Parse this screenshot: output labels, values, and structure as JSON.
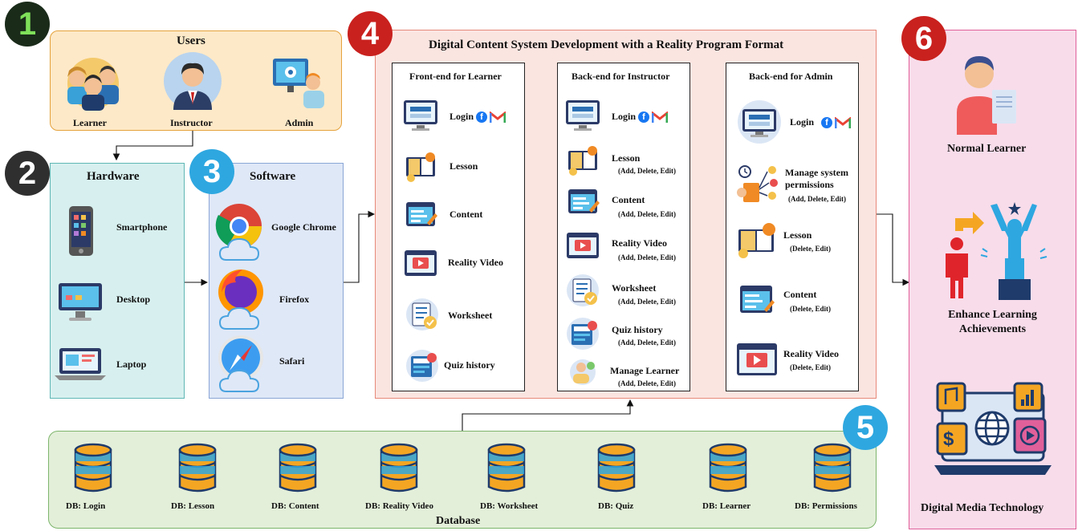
{
  "steps": {
    "s1": "1",
    "s2": "2",
    "s3": "3",
    "s4": "4",
    "s5": "5",
    "s6": "6"
  },
  "users": {
    "title": "Users",
    "items": [
      {
        "label": "Learner",
        "icon": "group-users-icon"
      },
      {
        "label": "Instructor",
        "icon": "instructor-avatar-icon"
      },
      {
        "label": "Admin",
        "icon": "admin-computer-icon"
      }
    ]
  },
  "hardware": {
    "title": "Hardware",
    "items": [
      {
        "label": "Smartphone",
        "icon": "smartphone-icon"
      },
      {
        "label": "Desktop",
        "icon": "desktop-icon"
      },
      {
        "label": "Laptop",
        "icon": "laptop-icon"
      }
    ]
  },
  "software": {
    "title": "Software",
    "items": [
      {
        "label": "Google Chrome",
        "icon": "chrome-icon"
      },
      {
        "label": "Firefox",
        "icon": "firefox-icon"
      },
      {
        "label": "Safari",
        "icon": "safari-icon"
      }
    ]
  },
  "system": {
    "title": "Digital Content System Development with a Reality Program Format",
    "learner": {
      "title": "Front-end for Learner",
      "items": [
        "Login",
        "Lesson",
        "Content",
        "Reality Video",
        "Worksheet",
        "Quiz history"
      ]
    },
    "instructor": {
      "title": "Back-end for Instructor",
      "items": [
        {
          "label": "Login",
          "sub": ""
        },
        {
          "label": "Lesson",
          "sub": "(Add, Delete, Edit)"
        },
        {
          "label": "Content",
          "sub": "(Add, Delete, Edit)"
        },
        {
          "label": "Reality Video",
          "sub": "(Add, Delete, Edit)"
        },
        {
          "label": "Worksheet",
          "sub": "(Add, Delete, Edit)"
        },
        {
          "label": "Quiz history",
          "sub": "(Add, Delete, Edit)"
        },
        {
          "label": "Manage Learner",
          "sub": "(Add, Delete, Edit)"
        }
      ]
    },
    "admin": {
      "title": "Back-end for Admin",
      "items": [
        {
          "label": "Login",
          "sub": ""
        },
        {
          "label": "Manage system permissions",
          "sub": "(Add, Delete, Edit)"
        },
        {
          "label": "Lesson",
          "sub": "(Delete, Edit)"
        },
        {
          "label": "Content",
          "sub": "(Delete, Edit)"
        },
        {
          "label": "Reality Video",
          "sub": "(Delete, Edit)"
        }
      ]
    },
    "login_icon_text": "Login"
  },
  "database": {
    "title": "Database",
    "items": [
      "DB: Login",
      "DB: Lesson",
      "DB: Content",
      "DB: Reality Video",
      "DB: Worksheet",
      "DB: Quiz",
      "DB: Learner",
      "DB: Permissions"
    ]
  },
  "outcome": {
    "items": [
      "Normal Learner",
      "Enhance Learning Achievements",
      "Digital Media Technology"
    ]
  },
  "colors": {
    "users_bg": "#fde9c8",
    "hardware_bg": "#d7f0ef",
    "software_bg": "#dfe8f7",
    "system_bg": "#fbe5e1",
    "db_bg": "#e3efd9",
    "outcome_bg": "#f8dcea",
    "badge1": "#1a2b1a",
    "badge2": "#2f2f2f",
    "badge3": "#2ea7e0",
    "badge4": "#c9211e",
    "badge5": "#2ea7e0",
    "badge6": "#c9211e"
  }
}
